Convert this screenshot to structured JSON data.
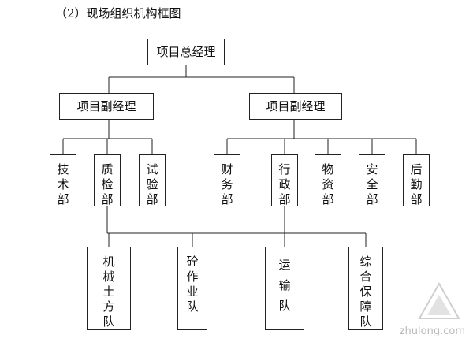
{
  "heading": "（2）现场组织机构框图",
  "org": {
    "general_manager": "项目总经理",
    "deputy_left": "项目副经理",
    "deputy_right": "项目副经理",
    "departments": [
      "技术部",
      "质检部",
      "试验部",
      "财务部",
      "行政部",
      "物资部",
      "安全部",
      "后勤部"
    ],
    "teams": [
      "机械土方队",
      "砼作业队",
      "运输队",
      "综合保障队"
    ]
  },
  "watermark": "zhulong.com"
}
